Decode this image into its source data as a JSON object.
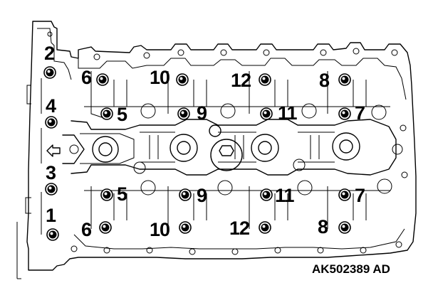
{
  "diagram": {
    "intake_row_labels": [
      "6",
      "10",
      "12",
      "8"
    ],
    "upper_inner_labels": [
      "5",
      "9",
      "11",
      "7"
    ],
    "lower_inner_labels": [
      "5",
      "9",
      "11",
      "7"
    ],
    "exhaust_row_labels": [
      "6",
      "10",
      "12",
      "8"
    ],
    "side_bolt_labels": [
      "2",
      "4",
      "3",
      "1"
    ],
    "figure_code": "AK502389 AD"
  }
}
